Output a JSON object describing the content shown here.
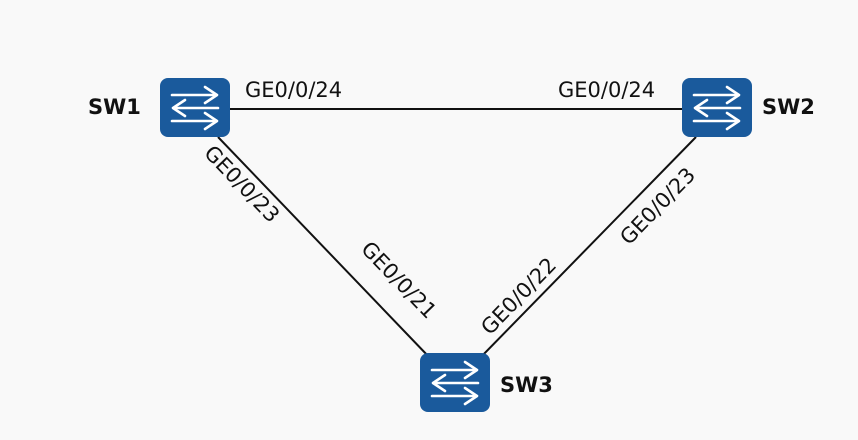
{
  "colors": {
    "background": "#f9f9f9",
    "switch_fill": "#1a5a9c",
    "switch_arrow": "#ffffff",
    "line": "#111111",
    "text": "#111111"
  },
  "nodes": {
    "sw1": {
      "name": "SW1",
      "icon": "switch-icon"
    },
    "sw2": {
      "name": "SW2",
      "icon": "switch-icon"
    },
    "sw3": {
      "name": "SW3",
      "icon": "switch-icon"
    }
  },
  "links": {
    "sw1_sw2": {
      "port_a": "GE0/0/24",
      "port_b": "GE0/0/24"
    },
    "sw1_sw3": {
      "port_a": "GE0/0/23",
      "port_b": "GE0/0/21"
    },
    "sw2_sw3": {
      "port_a": "GE0/0/23",
      "port_b": "GE0/0/22"
    }
  }
}
